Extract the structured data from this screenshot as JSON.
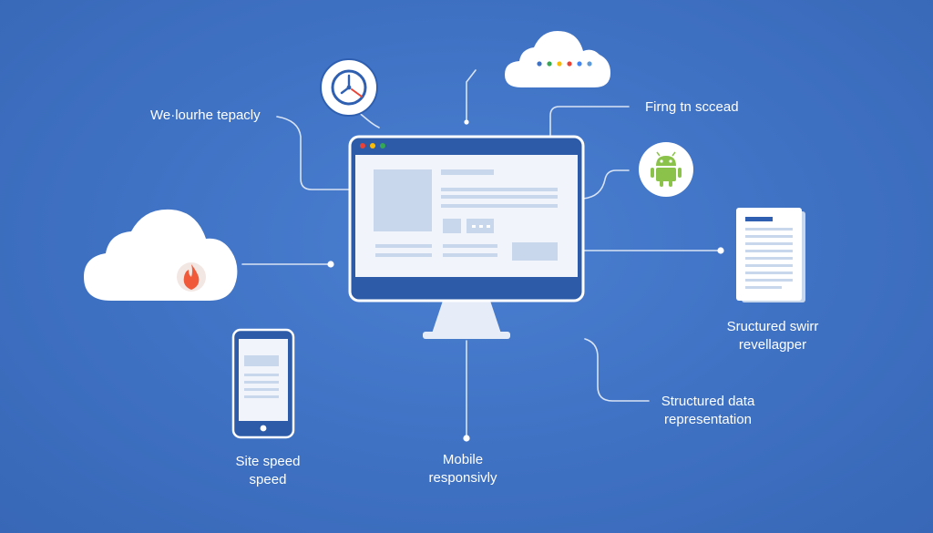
{
  "labels": {
    "top_left": "We·lourhe tepacly",
    "top_right": "Firng tn sccead",
    "right_doc": [
      "Sructured swirr",
      "revellagper"
    ],
    "right_mid": [
      "Structured data",
      "representation"
    ],
    "bottom_left": [
      "Site speed",
      "speed"
    ],
    "bottom_center": [
      "Mobile",
      "responsivly"
    ]
  },
  "icons": {
    "clock": "clock-icon",
    "cloud_top": "cloud-icon",
    "cloud_left": "cloud-icon",
    "flame": "flame-icon",
    "android": "android-icon",
    "document": "document-icon",
    "phone": "smartphone-icon",
    "monitor": "desktop-monitor-icon"
  },
  "colors": {
    "background": "#3f71c3",
    "white": "#ffffff",
    "line": "#d9e4f5",
    "monitor_frame": "#2d5ba8",
    "android_green": "#8bc34a",
    "flame_red": "#f05a3a",
    "clock_ring": "#2f5fb0"
  },
  "cloud_dots": [
    "#3f71c3",
    "#34a853",
    "#fbbc05",
    "#ea4335",
    "#4285f4",
    "#5f9bd6"
  ]
}
